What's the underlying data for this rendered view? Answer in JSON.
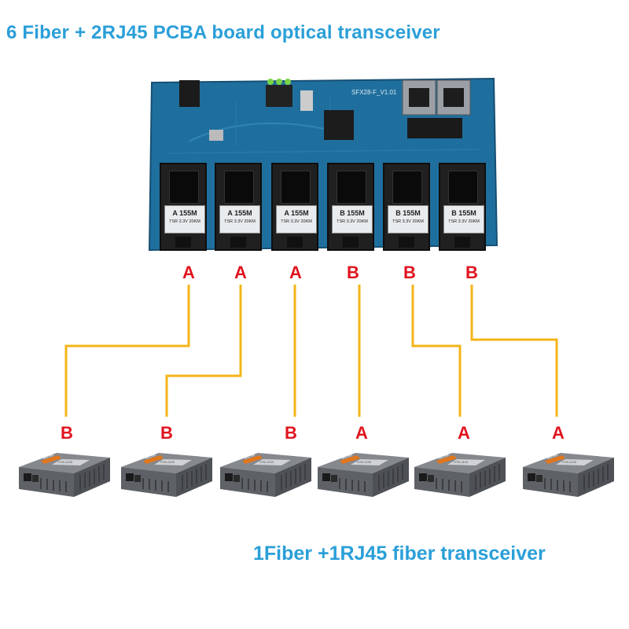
{
  "header": {
    "title": "6 Fiber + 2RJ45 PCBA board optical transceiver"
  },
  "footer": {
    "title": "1Fiber +1RJ45 fiber transceiver"
  },
  "board": {
    "silkscreen": "SFX28-F_V1.01",
    "modules": [
      {
        "label_top": "A 155M",
        "label_sub": "TSR 3.3V 20KM"
      },
      {
        "label_top": "A 155M",
        "label_sub": "TSR 3.3V 20KM"
      },
      {
        "label_top": "A 155M",
        "label_sub": "TSR 3.3V 20KM"
      },
      {
        "label_top": "B 155M",
        "label_sub": "TSR 3.3V 20KM"
      },
      {
        "label_top": "B 155M",
        "label_sub": "TSR 3.3V 20KM"
      },
      {
        "label_top": "B 155M",
        "label_sub": "TSR 3.3V 20KM"
      }
    ]
  },
  "board_port_labels": [
    "A",
    "A",
    "A",
    "B",
    "B",
    "B"
  ],
  "converter_port_labels": [
    "B",
    "B",
    "B",
    "A",
    "A",
    "A"
  ],
  "converters": [
    {
      "brand": "netLINK",
      "model": "HTB-3100"
    },
    {
      "brand": "netLINK",
      "model": "HTB-3100"
    },
    {
      "brand": "netLINK",
      "model": "HTB-3100"
    },
    {
      "brand": "netLINK",
      "model": "HTB-3100"
    },
    {
      "brand": "netLINK",
      "model": "HTB-3100"
    },
    {
      "brand": "netLINK",
      "model": "HTB-3100"
    }
  ],
  "colors": {
    "title": "#2a9fd8",
    "letters": "#e0141e",
    "fiber": "#f4b419",
    "pcb": "#1f6f9e",
    "converter": "#6b6e73"
  }
}
